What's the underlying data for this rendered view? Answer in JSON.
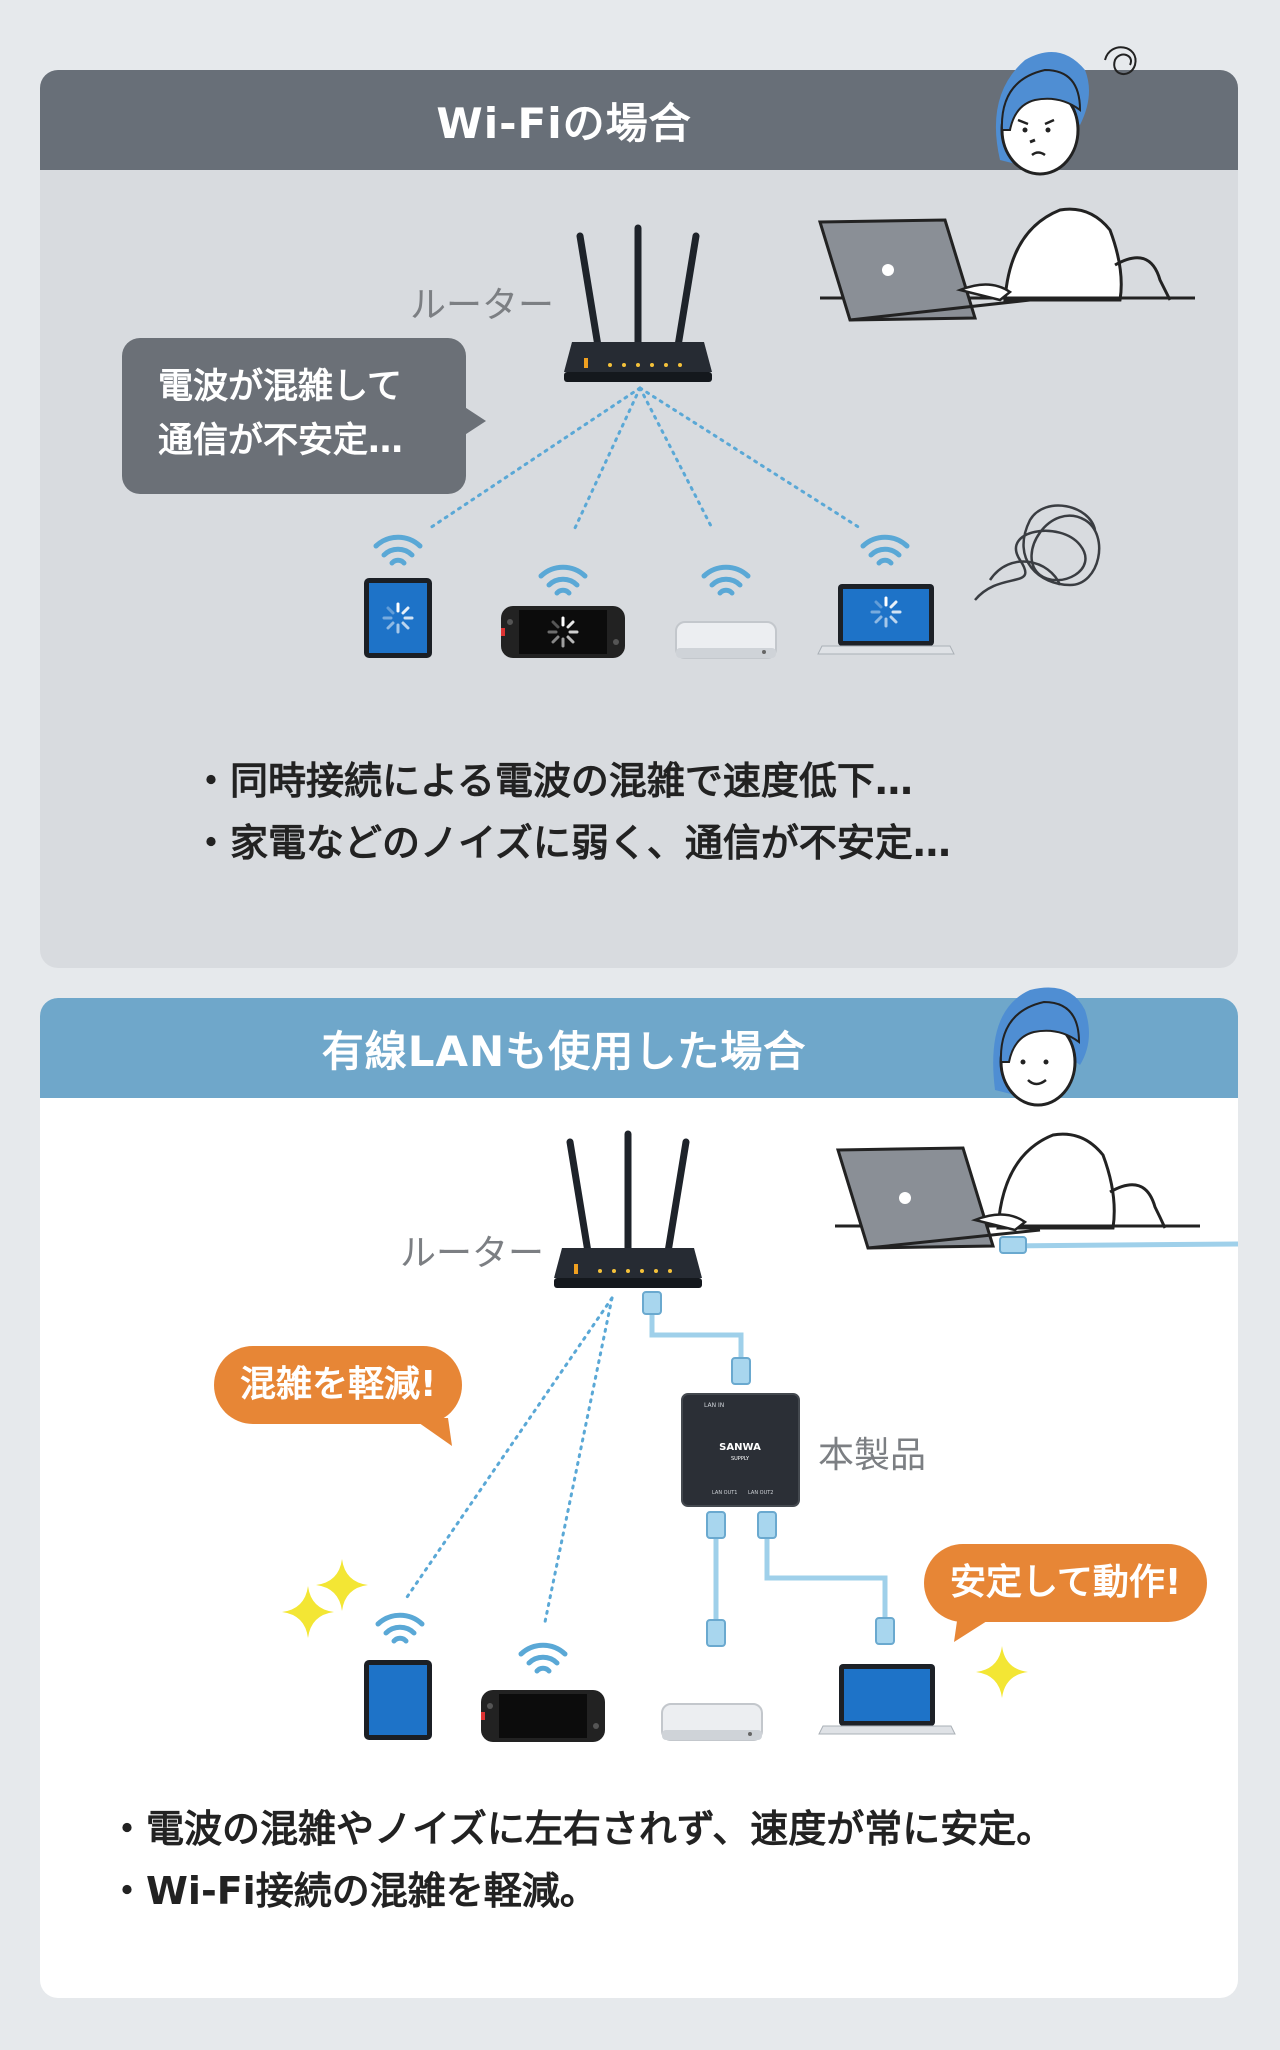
{
  "wifi_panel": {
    "title": "Wi-Fiの場合",
    "router_label": "ルーター",
    "bubble_lines": [
      "電波が混雑して",
      "通信が不安定…"
    ],
    "bullets": [
      "・同時接続による電波の混雑で速度低下…",
      "・家電などのノイズに弱く、通信が不安定…"
    ]
  },
  "wired_panel": {
    "title": "有線LANも使用した場合",
    "router_label": "ルーター",
    "product_label": "本製品",
    "bubble_left": "混雑を軽減!",
    "bubble_right": "安定して動作!",
    "bullets": [
      "・電波の混雑やノイズに左右されず、速度が常に安定。",
      "・Wi-Fi接続の混雑を軽減。"
    ],
    "device_labels": {
      "in_port": "LAN IN",
      "brand": "SANWA",
      "sub_brand": "SUPPLY",
      "out1": "LAN OUT1",
      "out2": "LAN OUT2"
    }
  },
  "colors": {
    "wifi_header": "#686f78",
    "wired_header": "#6fa7ca",
    "panel_gray": "#d8dbdf",
    "orange": "#e78636",
    "cable_blue": "#9fd0ea",
    "wifi_signal": "#5aa8d6"
  }
}
